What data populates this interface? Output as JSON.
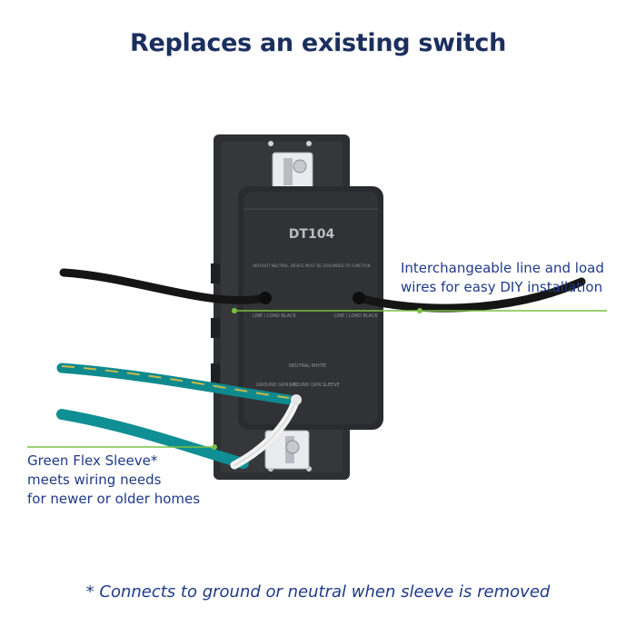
{
  "title": "Replaces an existing switch",
  "callouts": {
    "wires": {
      "line1": "Interchangeable line and load",
      "line2": "wires for easy DIY installation"
    },
    "sleeve": {
      "line1": "Green Flex Sleeve*",
      "line2": "meets wiring needs",
      "line3": "for newer or older homes"
    }
  },
  "device": {
    "model": "DT104",
    "warning": "WITHOUT NEUTRAL, DEVICE MUST BE GROUNDED TO FUNCTION",
    "label_line_load_left": "LINE / LOAD BLACK",
    "label_line_load_right": "LINE / LOAD BLACK",
    "label_neutral": "NEUTRAL WHITE",
    "label_ground_left": "GROUND GRN / YL",
    "label_ground_right": "GROUND GRN SLEEVE"
  },
  "footnote": "* Connects to ground or neutral when sleeve is removed",
  "colors": {
    "title": "#1b2f5e",
    "callout_text": "#1f3a8a",
    "leader_line": "#7bc043",
    "device_body": "#2a2b2e",
    "wire_black": "#1a1a1a",
    "wire_teal": "#0f8f94",
    "wire_white": "#f2f2f2"
  }
}
